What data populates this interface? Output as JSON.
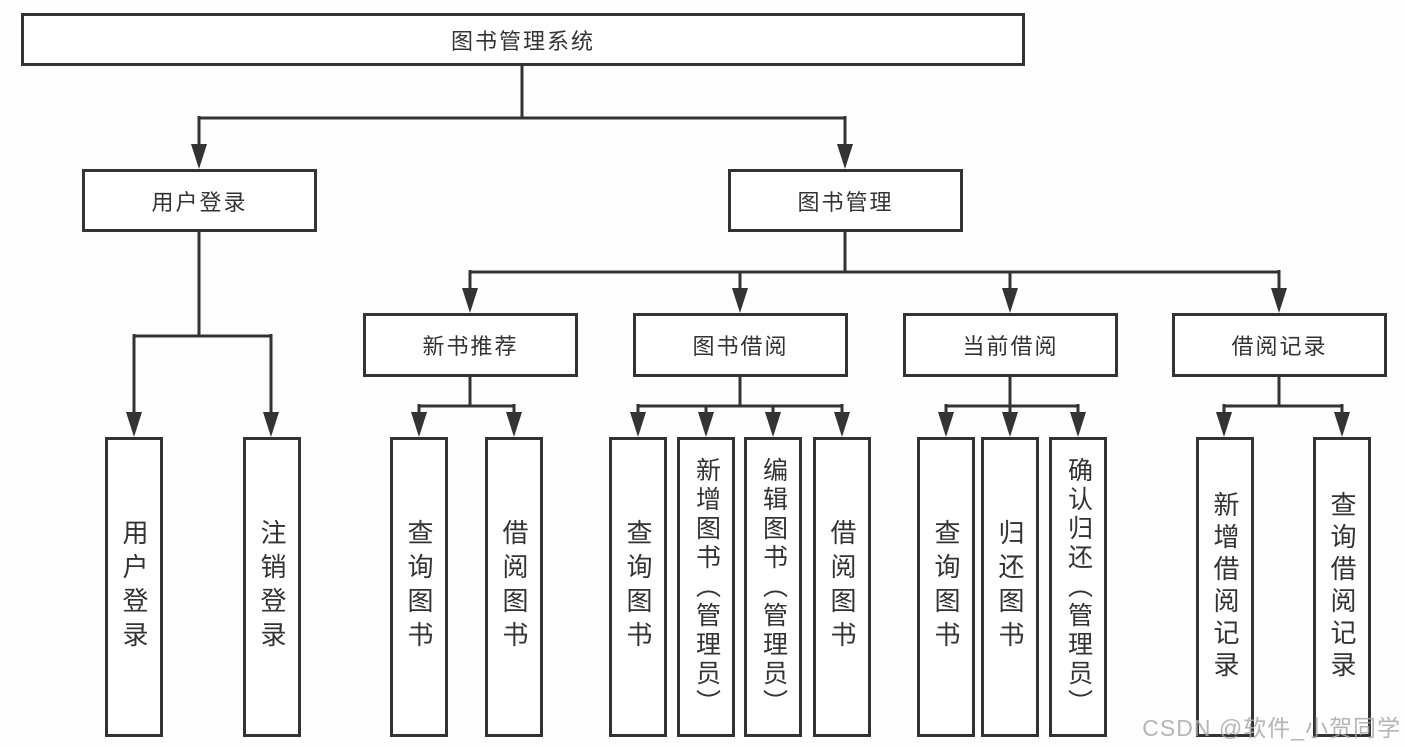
{
  "diagram": {
    "title": "图书管理系统",
    "level2": {
      "user_login": "用户登录",
      "book_mgmt": "图书管理"
    },
    "level3": {
      "new_books": "新书推荐",
      "borrow": "图书借阅",
      "current": "当前借阅",
      "records": "借阅记录"
    },
    "leaves": {
      "user_login": "用户登录",
      "logout": "注销登录",
      "nb_query": "查询图书",
      "nb_borrow": "借阅图书",
      "bw_query": "查询图书",
      "bw_add": "新增图书（管理员）",
      "bw_edit": "编辑图书（管理员）",
      "bw_borrow": "借阅图书",
      "cur_query": "查询图书",
      "cur_return": "归还图书",
      "cur_confirm": "确认归还（管理员）",
      "rec_add": "新增借阅记录",
      "rec_query": "查询借阅记录"
    }
  },
  "watermark": "CSDN @软件_小贺同学",
  "colors": {
    "line": "#333333",
    "text": "#333333",
    "watermark": "#a8a8a8",
    "background": "#ffffff"
  }
}
